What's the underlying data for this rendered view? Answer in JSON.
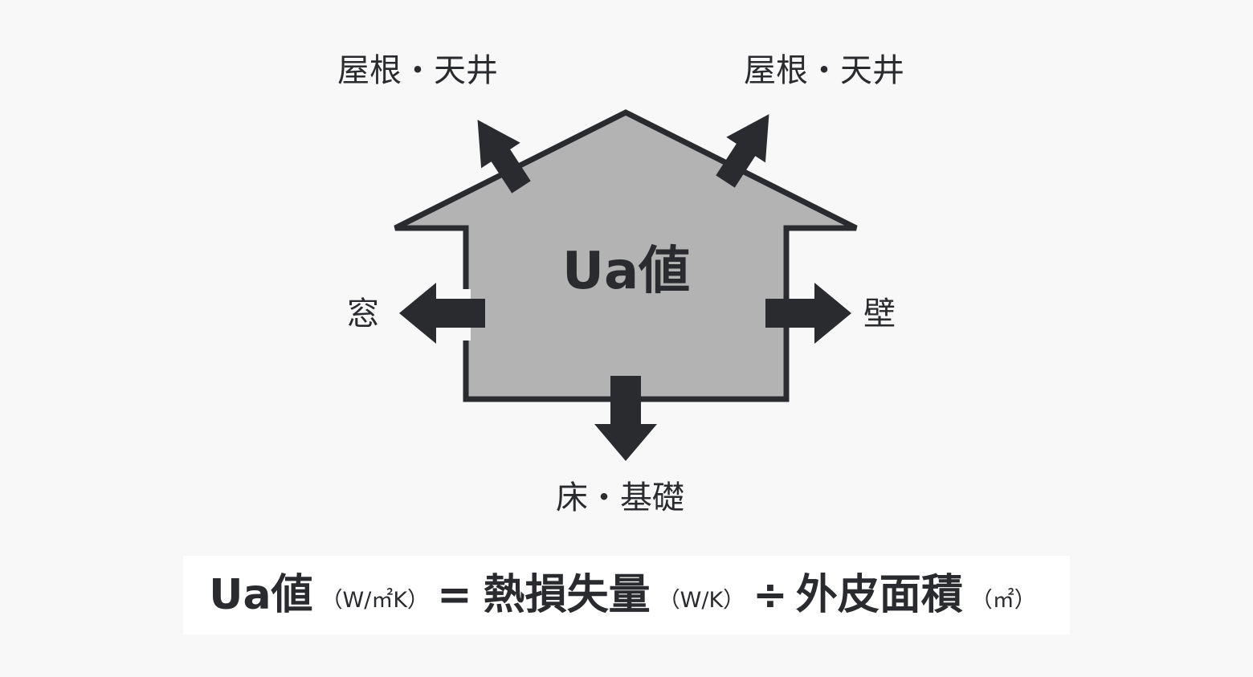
{
  "diagram": {
    "labels": {
      "roof_left": "屋根・天井",
      "roof_right": "屋根・天井",
      "window": "窓",
      "wall": "壁",
      "floor": "床・基礎",
      "center": "Ua値"
    }
  },
  "formula": {
    "lhs": "Ua値",
    "lhs_unit": "（W/㎡K）",
    "equals": "=",
    "numerator": "熱損失量",
    "numerator_unit": "（W/K）",
    "divide": "÷",
    "denominator": "外皮面積",
    "denominator_unit": "（㎡）"
  },
  "colors": {
    "background": "#f8f8f8",
    "house_fill": "#b3b3b3",
    "dark": "#2a2b2e",
    "formula_box": "#ffffff"
  }
}
